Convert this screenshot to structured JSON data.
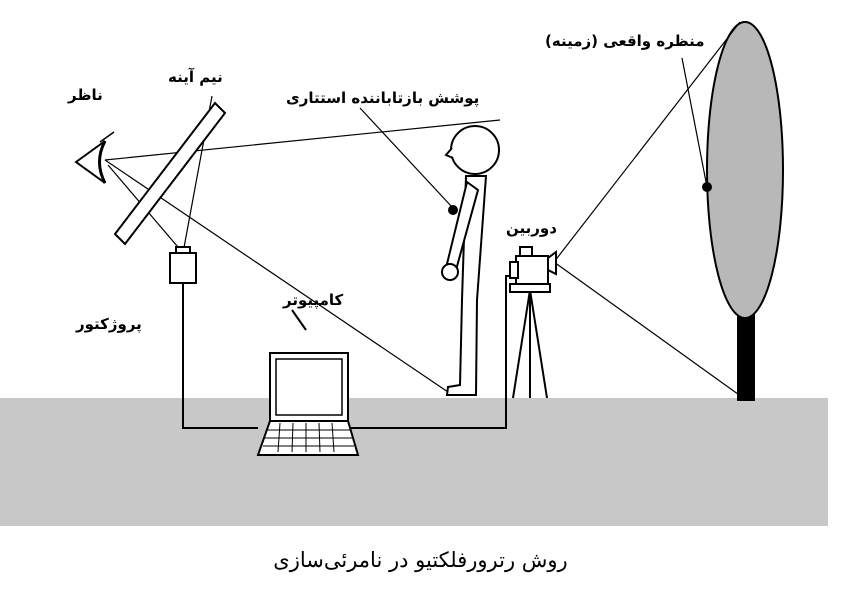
{
  "labels": {
    "observer": "ناظر",
    "half_mirror": "نیم آینه",
    "retroreflective_cover": "پوشش بازتاباننده استتاری",
    "real_scene": "منظره واقعی (زمینه)",
    "camera": "دوربین",
    "computer": "کامپیوتر",
    "projector": "پروژکتور"
  },
  "caption": "روش رترورفلکتیو در نامرئی‌سازی",
  "colors": {
    "ground": "#c8c8c8",
    "scene_fill": "#b8b8b8",
    "line": "#000000",
    "background": "#ffffff"
  }
}
